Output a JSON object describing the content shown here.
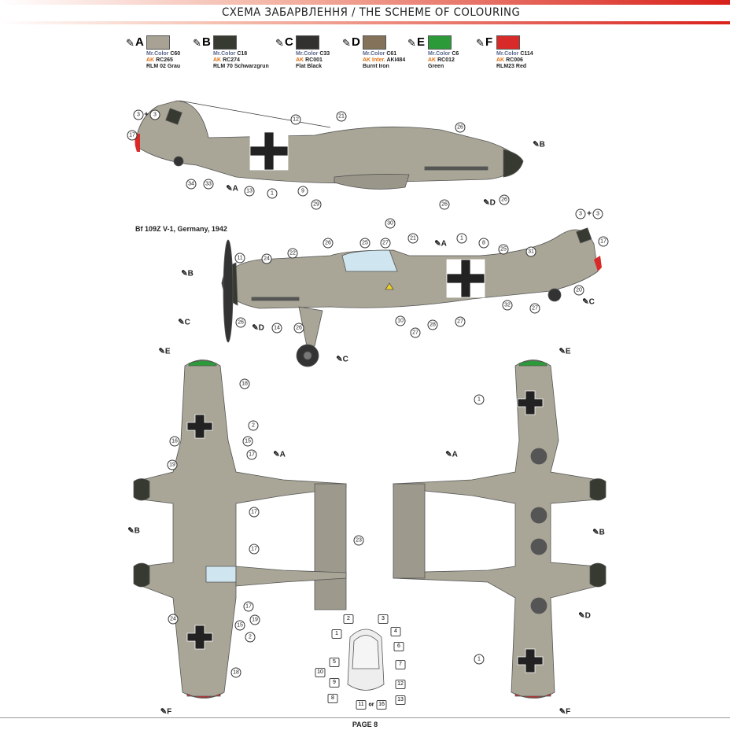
{
  "header": {
    "title": "СХЕМА ЗАБАРВЛЕННЯ / THE SCHEME OF COLOURING"
  },
  "paints": [
    {
      "letter": "A",
      "color": "#a7a294",
      "mr": "Mr.Color",
      "mr_code": "C60",
      "ak": "AK",
      "ak_code": "RC265",
      "name": "RLM 02 Grau"
    },
    {
      "letter": "B",
      "color": "#363a30",
      "mr": "Mr.Color",
      "mr_code": "C18",
      "ak": "AK",
      "ak_code": "RC274",
      "name": "RLM 70 Schwarzgrun"
    },
    {
      "letter": "C",
      "color": "#333130",
      "mr": "Mr.Color",
      "mr_code": "C33",
      "ak": "AK",
      "ak_code": "RC001",
      "name": "Flat Black"
    },
    {
      "letter": "D",
      "color": "#84725a",
      "mr": "Mr.Color",
      "mr_code": "C61",
      "ak": "AK Inter.",
      "ak_code": "AKI484",
      "name": "Burnt Iron"
    },
    {
      "letter": "E",
      "color": "#2d9a3a",
      "mr": "Mr.Color",
      "mr_code": "C6",
      "ak": "AK",
      "ak_code": "RC012",
      "name": "Green"
    },
    {
      "letter": "F",
      "color": "#d82a28",
      "mr": "Mr.Color",
      "mr_code": "C114",
      "ak": "AK",
      "ak_code": "RC006",
      "name": "RLM23 Red"
    }
  ],
  "aircraft_title": "Bf 109Z V-1, Germany, 1942",
  "callouts": {
    "side_top": [
      "3",
      "3",
      "17",
      "12",
      "21",
      "26",
      "34",
      "33",
      "13",
      "1",
      "9",
      "29",
      "26",
      "26"
    ],
    "side_top_plus": "+",
    "side_bottom": [
      "11",
      "24",
      "22",
      "26",
      "25",
      "27",
      "30",
      "21",
      "1",
      "8",
      "25",
      "31",
      "3",
      "3",
      "17",
      "20",
      "32",
      "27",
      "27",
      "28",
      "27",
      "10",
      "26",
      "14",
      "26"
    ],
    "side_bottom_plus": "+",
    "top_view": [
      "18",
      "2",
      "15",
      "16",
      "17",
      "19",
      "17",
      "17",
      "23",
      "17",
      "19",
      "24",
      "15",
      "2",
      "18"
    ],
    "bottom_view": [
      "1",
      "1"
    ],
    "canopy": [
      "2",
      "3",
      "1",
      "4",
      "6",
      "5",
      "7",
      "10",
      "12",
      "9",
      "8",
      "11",
      "16",
      "13"
    ],
    "canopy_or": "or"
  },
  "paint_markers": {
    "side_top": [
      "A",
      "B",
      "D"
    ],
    "side_bottom": [
      "A",
      "B",
      "C",
      "D",
      "C",
      "C"
    ],
    "top_view": [
      "E",
      "A",
      "B",
      "F"
    ],
    "bottom_view": [
      "E",
      "A",
      "B",
      "D",
      "F"
    ]
  },
  "footer": {
    "page": "PAGE 8"
  }
}
